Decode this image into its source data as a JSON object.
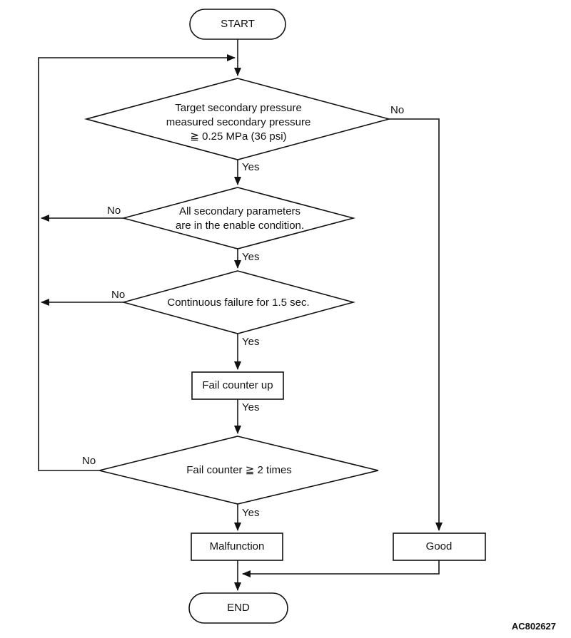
{
  "diagram": {
    "title_code": "AC802627",
    "labels": {
      "yes": "Yes",
      "no": "No"
    },
    "nodes": {
      "start": {
        "label": "START"
      },
      "decision_pressure": {
        "label": "Target secondary pressure\nmeasured secondary pressure\n≧ 0.25 MPa (36 psi)"
      },
      "decision_parameters": {
        "label": "All secondary parameters\nare in the enable condition."
      },
      "decision_continuous": {
        "label": "Continuous failure for 1.5 sec."
      },
      "process_fail_counter": {
        "label": "Fail counter up"
      },
      "decision_fail_counter": {
        "label": "Fail counter ≧ 2 times"
      },
      "process_malfunction": {
        "label": "Malfunction"
      },
      "process_good": {
        "label": "Good"
      },
      "end": {
        "label": "END"
      }
    }
  }
}
